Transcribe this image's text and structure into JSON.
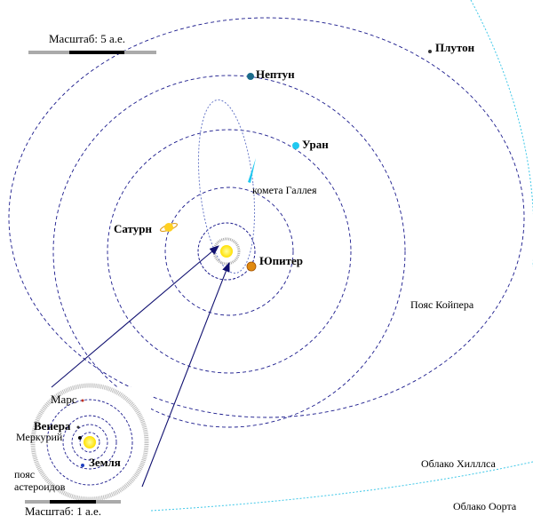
{
  "labels": {
    "scale_outer": "Масштаб: 5 а.е.",
    "scale_inner": "Масштаб: 1 а.е.",
    "pluto": "Плутон",
    "neptune": "Нептун",
    "uranus": "Уран",
    "halley": "комета Галлея",
    "saturn": "Сатурн",
    "jupiter": "Юпитер",
    "kuiper": "Пояс Койпера",
    "hills": "Облако Хилллса",
    "oort": "Облако Оорта",
    "mars": "Марс",
    "venus": "Венера",
    "mercury": "Меркурий",
    "earth": "Земля",
    "asteroid_belt_line1": "пояс",
    "asteroid_belt_line2": "астероидов"
  },
  "colors": {
    "orbit": "#1a1a8c",
    "cloud": "#40c8e8",
    "sun": "#ffe800",
    "uranus": "#20c8f0",
    "neptune": "#1a6a8a",
    "jupiter": "#e08a10",
    "saturn": "#ffd020",
    "arrow": "#101070"
  }
}
